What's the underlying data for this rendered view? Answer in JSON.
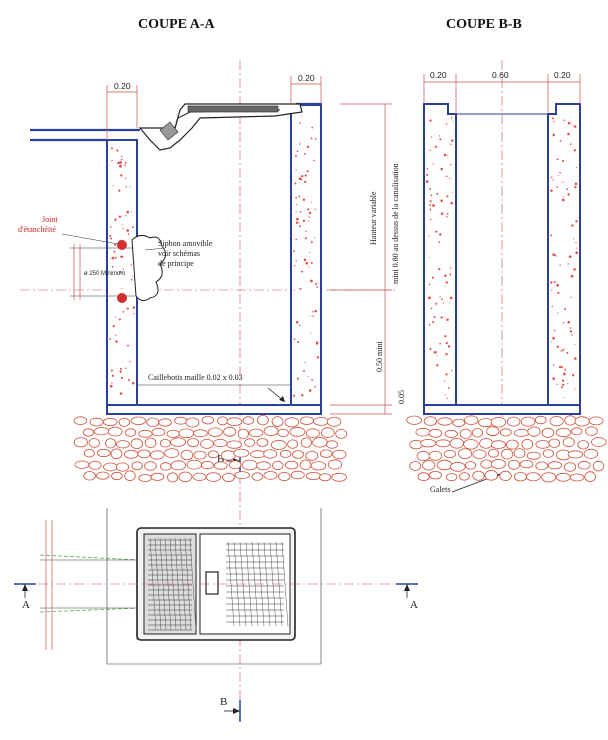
{
  "titles": {
    "section_aa": "COUPE A-A",
    "section_bb": "COUPE B-B"
  },
  "dimensions": {
    "aa_left_wall": "0.20",
    "aa_right_wall": "0.20",
    "bb_left_wall": "0.20",
    "bb_inner": "0.60",
    "bb_right_wall": "0.20",
    "height_variable_line1": "Hauteur variable",
    "height_variable_line2": "mini 0.80 au dessus de la canalisation",
    "height_050": "0.50 mini",
    "height_005": "0.05"
  },
  "annotations": {
    "joint_line1": "Joint",
    "joint_line2": "d'étanchéité",
    "pipe_diameter": "ø 250 Minimum",
    "siphon_line1": "Siphon amovible",
    "siphon_line2": "voir schémas",
    "siphon_line3": "de principe",
    "caillebotis": "Caillebotis maille 0.02 x 0.03",
    "galets": "Galets"
  },
  "section_marks": {
    "b_top": "B",
    "b_bottom": "B",
    "a_left": "A",
    "a_right": "A"
  },
  "colors": {
    "wall_outline": "#2a3f9a",
    "dimension_red": "#d05050",
    "pebble_outline": "#d0503a"
  }
}
